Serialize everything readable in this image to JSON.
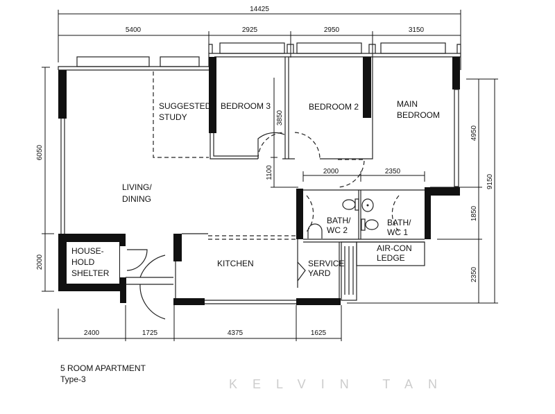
{
  "dimensions": {
    "overall_width": "14425",
    "top": [
      "5400",
      "2925",
      "2950",
      "3150"
    ],
    "bottom": [
      "2400",
      "1725",
      "4375",
      "1625"
    ],
    "left": [
      "6050",
      "2000"
    ],
    "right": [
      "4950",
      "1850",
      "2350"
    ],
    "overall_depth": "9150",
    "inner_vertical": [
      "3850",
      "1100"
    ],
    "inner_horizontal": [
      "2000",
      "2350"
    ]
  },
  "rooms": {
    "study": [
      "SUGGESTED",
      "STUDY"
    ],
    "bedroom3": "BEDROOM 3",
    "bedroom2": "BEDROOM 2",
    "main_bedroom": [
      "MAIN",
      "BEDROOM"
    ],
    "living": [
      "LIVING/",
      "DINING"
    ],
    "bath2": [
      "BATH/",
      "WC 2"
    ],
    "bath1": [
      "BATH/",
      "WC 1"
    ],
    "shelter": [
      "HOUSE-",
      "HOLD",
      "SHELTER"
    ],
    "kitchen": "KITCHEN",
    "service_yard": [
      "SERVICE",
      "YARD"
    ],
    "aircon": [
      "AIR-CON",
      "LEDGE"
    ]
  },
  "watermark": "KELVIN TAN",
  "caption": {
    "title": "5 ROOM APARTMENT",
    "type": "Type-3"
  }
}
